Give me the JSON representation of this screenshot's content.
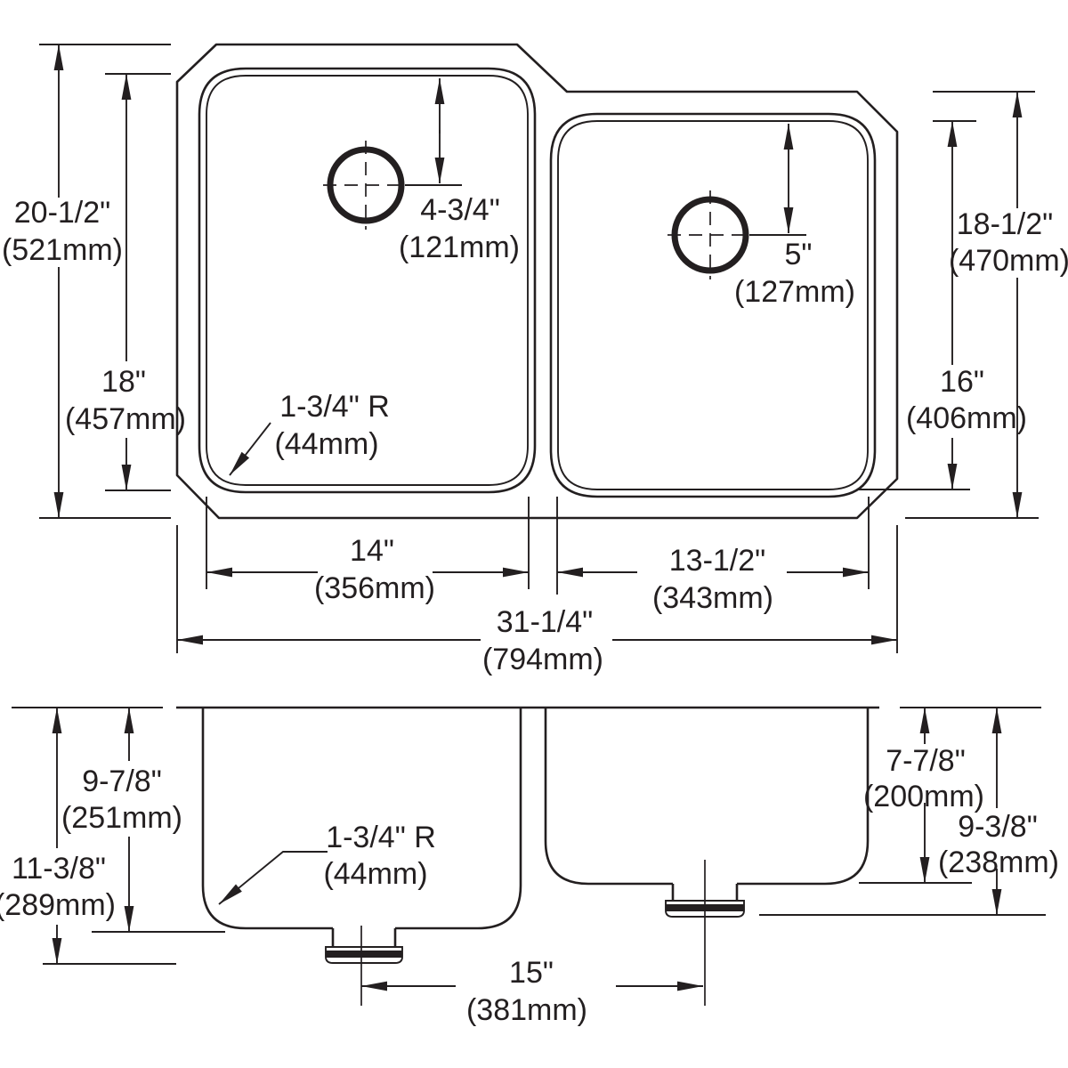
{
  "meta": {
    "background_color": "#ffffff",
    "line_color": "#231f20",
    "drawing_type": "double-bowl undermount sink dimension drawing"
  },
  "plan": {
    "dim_left_overall": {
      "in": "20-1/2\"",
      "mm": "(521mm)"
    },
    "dim_left_bowl": {
      "in": "18\"",
      "mm": "(457mm)"
    },
    "dim_drain_offset_left": {
      "in": "4-3/4\"",
      "mm": "(121mm)"
    },
    "dim_drain_offset_right": {
      "in": "5\"",
      "mm": "(127mm)"
    },
    "dim_right_overall": {
      "in": "18-1/2\"",
      "mm": "(470mm)"
    },
    "dim_right_bowl": {
      "in": "16\"",
      "mm": "(406mm)"
    },
    "dim_corner_radius": {
      "in": "1-3/4\" R",
      "mm": "(44mm)"
    },
    "dim_left_bowl_width": {
      "in": "14\"",
      "mm": "(356mm)"
    },
    "dim_right_bowl_width": {
      "in": "13-1/2\"",
      "mm": "(343mm)"
    },
    "dim_overall_width": {
      "in": "31-1/4\"",
      "mm": "(794mm)"
    }
  },
  "elevation": {
    "dim_left_depth": {
      "in": "9-7/8\"",
      "mm": "(251mm)"
    },
    "dim_left_overall_depth": {
      "in": "11-3/8\"",
      "mm": "(289mm)"
    },
    "dim_corner_radius": {
      "in": "1-3/4\" R",
      "mm": "(44mm)"
    },
    "dim_right_depth": {
      "in": "7-7/8\"",
      "mm": "(200mm)"
    },
    "dim_right_overall_depth": {
      "in": "9-3/8\"",
      "mm": "(238mm)"
    },
    "dim_drain_centers": {
      "in": "15\"",
      "mm": "(381mm)"
    }
  }
}
